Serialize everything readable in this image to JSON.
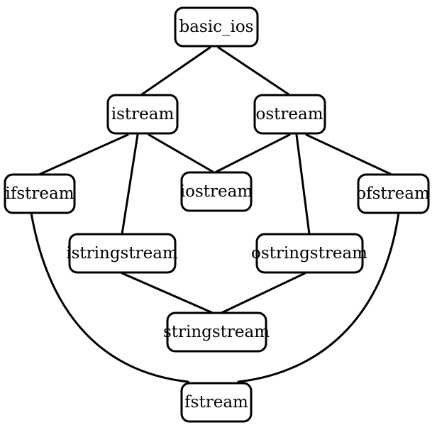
{
  "diagram": {
    "type": "class-hierarchy",
    "nodes": [
      {
        "id": "basic_ios",
        "label": "basic_ios"
      },
      {
        "id": "istream",
        "label": "istream"
      },
      {
        "id": "ostream",
        "label": "ostream"
      },
      {
        "id": "ifstream",
        "label": "ifstream"
      },
      {
        "id": "iostream",
        "label": "iostream"
      },
      {
        "id": "ofstream",
        "label": "ofstream"
      },
      {
        "id": "istringstream",
        "label": "istringstream"
      },
      {
        "id": "ostringstream",
        "label": "ostringstream"
      },
      {
        "id": "stringstream",
        "label": "stringstream"
      },
      {
        "id": "fstream",
        "label": "fstream"
      }
    ],
    "edges": [
      {
        "from": "basic_ios",
        "to": "istream"
      },
      {
        "from": "basic_ios",
        "to": "ostream"
      },
      {
        "from": "istream",
        "to": "ifstream"
      },
      {
        "from": "istream",
        "to": "iostream"
      },
      {
        "from": "istream",
        "to": "istringstream"
      },
      {
        "from": "ostream",
        "to": "iostream"
      },
      {
        "from": "ostream",
        "to": "ofstream"
      },
      {
        "from": "ostream",
        "to": "ostringstream"
      },
      {
        "from": "istringstream",
        "to": "stringstream"
      },
      {
        "from": "ostringstream",
        "to": "stringstream"
      },
      {
        "from": "ifstream",
        "to": "fstream"
      },
      {
        "from": "ofstream",
        "to": "fstream"
      }
    ]
  }
}
